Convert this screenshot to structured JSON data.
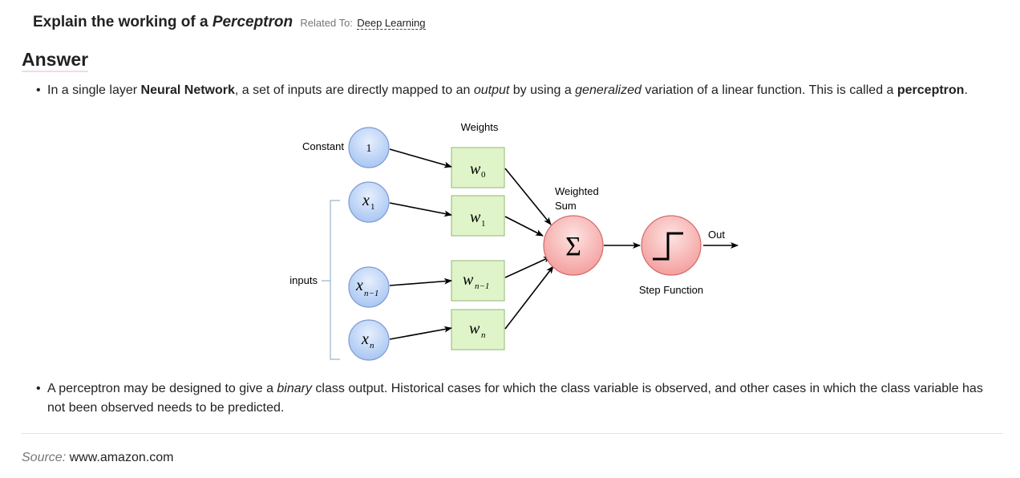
{
  "question": {
    "prefix": "Explain the working of a",
    "emphasis": "Perceptron",
    "related_label": "Related To:",
    "related_link": "Deep Learning"
  },
  "answer_heading": "Answer",
  "bullet1": {
    "t1": "In a single layer ",
    "b1": "Neural Network",
    "t2": ", a set of inputs are directly mapped to an ",
    "i1": "output",
    "t3": " by using a ",
    "i2": "generalized",
    "t4": " variation of a linear function. This is called a ",
    "b2": "perceptron",
    "t5": "."
  },
  "diagram": {
    "weights_label": "Weights",
    "constant_label": "Constant",
    "constant_value": "1",
    "inputs_label": "inputs",
    "x1": "x",
    "x1_sub": "1",
    "xn1": "x",
    "xn1_sub": "n−1",
    "xn": "x",
    "xn_sub": "n",
    "w0": "w",
    "w0_sub": "0",
    "w1": "w",
    "w1_sub": "1",
    "wn1": "w",
    "wn1_sub": "n−1",
    "wn": "w",
    "wn_sub": "n",
    "weighted_sum_line1": "Weighted",
    "weighted_sum_line2": "Sum",
    "sigma": "Σ",
    "step_function_label": "Step Function",
    "out_label": "Out",
    "colors": {
      "input_node": "#b9d1f5",
      "weight_box": "#dff5c9",
      "sum_node": "#f7aaa8"
    }
  },
  "bullet2": {
    "t1": "A perceptron may be designed to give a ",
    "i1": "binary",
    "t2": " class output. Historical cases for which the class variable is observed, and other cases in which the class variable has not been observed needs to be predicted."
  },
  "source": {
    "label": "Source:",
    "value": "www.amazon.com"
  }
}
